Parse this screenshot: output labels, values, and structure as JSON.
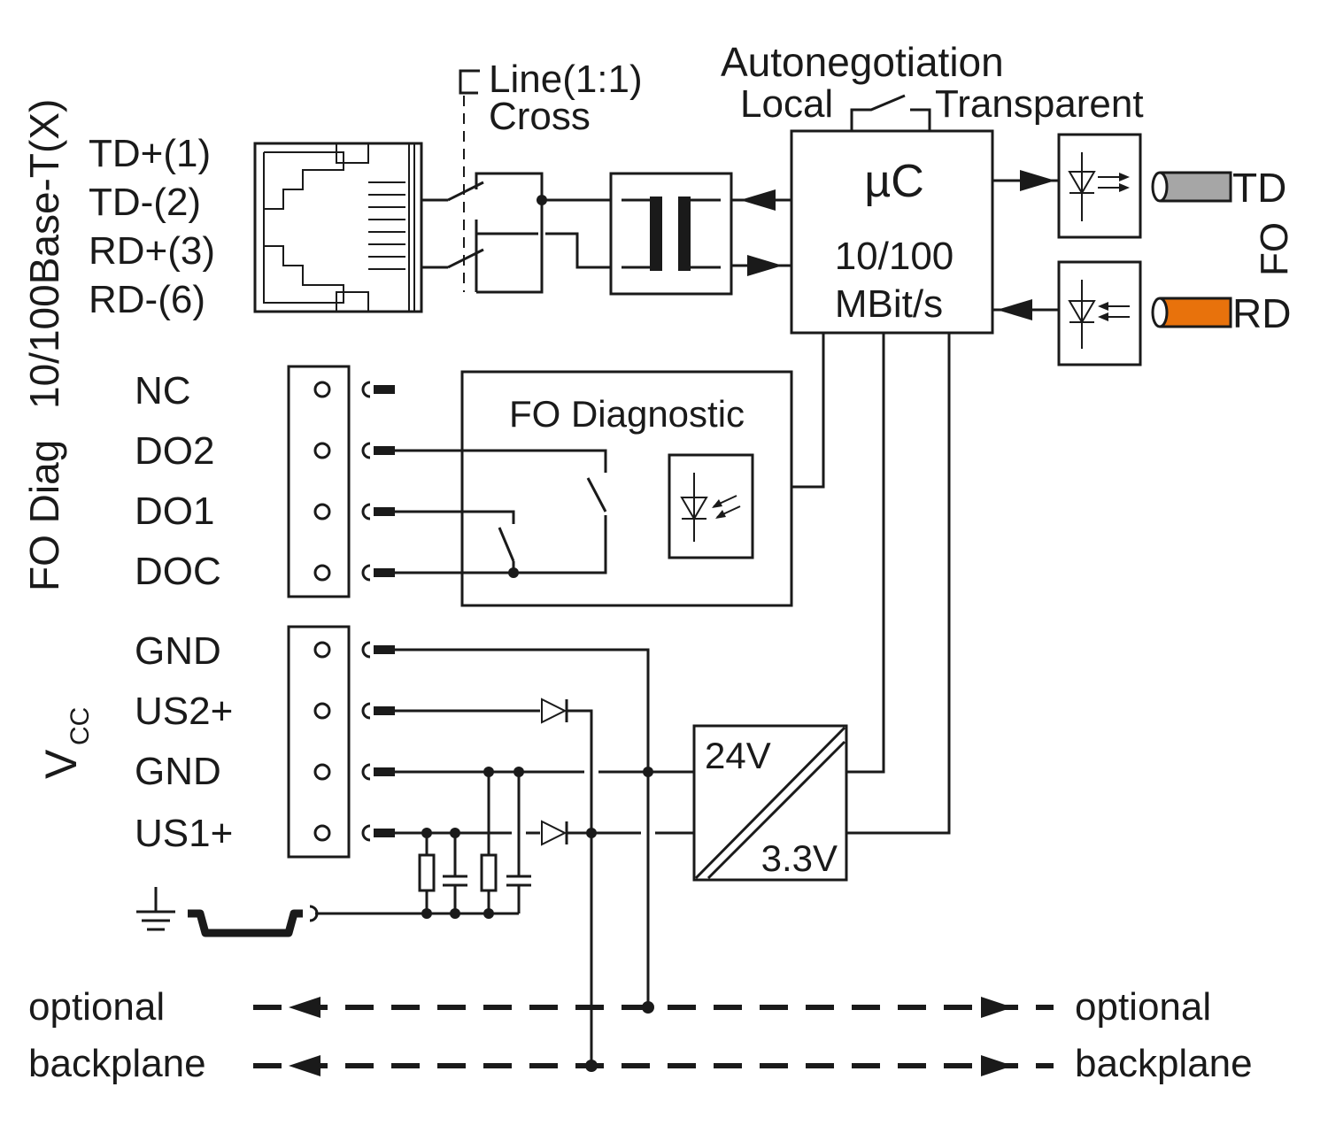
{
  "labels": {
    "ethernet_port": "10/100Base-T(X)",
    "fo_diag_side": "FO Diag",
    "vcc_v": "V",
    "vcc_sub": "CC",
    "fo_side": "FO",
    "td_pin1": "TD+(1)",
    "td_pin2": "TD-(2)",
    "rd_pin3": "RD+(3)",
    "rd_pin6": "RD-(6)",
    "switch_line": "Line(1:1)",
    "switch_cross": "Cross",
    "autoneg_title": "Autonegotiation",
    "autoneg_local": "Local",
    "autoneg_transparent": "Transparent",
    "uc_title": "µC",
    "uc_speed": "10/100",
    "uc_unit": "MBit/s",
    "fo_td": "TD",
    "fo_rd": "RD",
    "diag_title": "FO Diagnostic",
    "term_nc": "NC",
    "term_do2": "DO2",
    "term_do1": "DO1",
    "term_doc": "DOC",
    "term_gnd1": "GND",
    "term_us2": "US2+",
    "term_gnd2": "GND",
    "term_us1": "US1+",
    "conv_in": "24V",
    "conv_out": "3.3V",
    "opt_left_1": "optional",
    "opt_left_2": "backplane",
    "opt_right_1": "optional",
    "opt_right_2": "backplane"
  },
  "colors": {
    "ink": "#1a1a1a",
    "fiber_td": "#a6a6a6",
    "fiber_rd": "#e8720c"
  }
}
